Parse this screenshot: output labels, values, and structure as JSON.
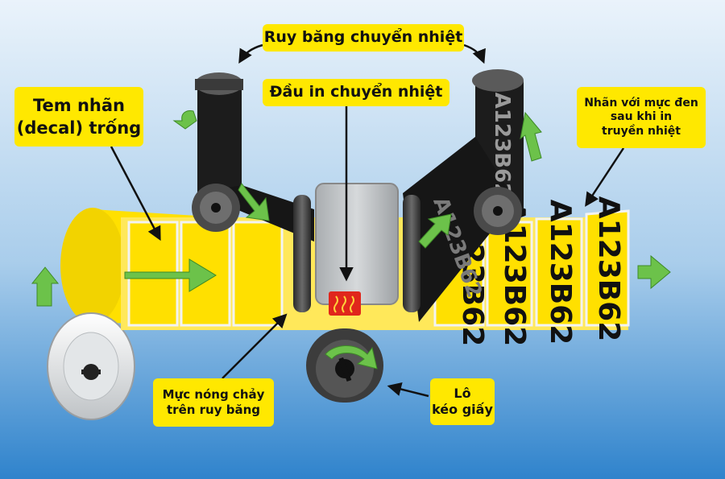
{
  "callouts": {
    "ribbon": "Ruy băng chuyển nhiệt",
    "printhead": "Đầu in chuyển nhiệt",
    "blank_label": "Tem nhãn\n(decal) trống",
    "printed_label": "Nhãn với mực đen\nsau khi in\ntruyền nhiệt",
    "melted_ink": "Mực nóng chảy\ntrên ruy băng",
    "drive_roller": "Lô\nkéo giấy"
  },
  "label_text": "A123B62",
  "colors": {
    "background_top": "#EAF3FB",
    "background_bottom": "#2F83CC",
    "label_yellow": "#FFE000",
    "ribbon_black": "#1C1C1C",
    "arrow_green": "#6CC24A",
    "callout_yellow": "#FFE800",
    "heater_red": "#E0261C"
  },
  "icons": [
    "motion-arrow-icon",
    "heater-icon"
  ]
}
